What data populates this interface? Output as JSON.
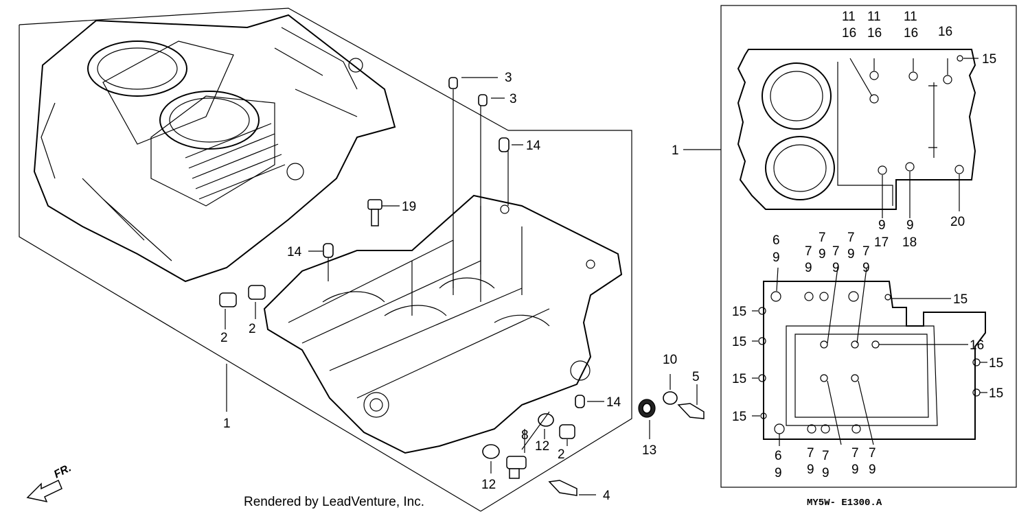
{
  "callouts": [
    {
      "label": "3"
    },
    {
      "label": "3"
    },
    {
      "label": "14"
    },
    {
      "label": "19"
    },
    {
      "label": "14"
    },
    {
      "label": "2"
    },
    {
      "label": "2"
    },
    {
      "label": "1"
    },
    {
      "label": "14"
    },
    {
      "label": "10"
    },
    {
      "label": "5"
    },
    {
      "label": "13"
    },
    {
      "label": "8"
    },
    {
      "label": "12"
    },
    {
      "label": "2"
    },
    {
      "label": "12"
    },
    {
      "label": "4"
    },
    {
      "label": "1"
    },
    {
      "label": "11"
    },
    {
      "label": "16"
    },
    {
      "label": "11"
    },
    {
      "label": "16"
    },
    {
      "label": "11"
    },
    {
      "label": "16"
    },
    {
      "label": "16"
    },
    {
      "label": "15"
    },
    {
      "label": "9"
    },
    {
      "label": "17"
    },
    {
      "label": "9"
    },
    {
      "label": "18"
    },
    {
      "label": "20"
    },
    {
      "label": "6"
    },
    {
      "label": "9"
    },
    {
      "label": "7"
    },
    {
      "label": "9"
    },
    {
      "label": "7"
    },
    {
      "label": "9"
    },
    {
      "label": "7"
    },
    {
      "label": "9"
    },
    {
      "label": "7"
    },
    {
      "label": "9"
    },
    {
      "label": "7"
    },
    {
      "label": "9"
    },
    {
      "label": "15"
    },
    {
      "label": "15"
    },
    {
      "label": "15"
    },
    {
      "label": "16"
    },
    {
      "label": "15"
    },
    {
      "label": "15"
    },
    {
      "label": "15"
    },
    {
      "label": "15"
    },
    {
      "label": "15"
    },
    {
      "label": "6"
    },
    {
      "label": "9"
    },
    {
      "label": "7"
    },
    {
      "label": "9"
    },
    {
      "label": "7"
    },
    {
      "label": "9"
    },
    {
      "label": "7"
    },
    {
      "label": "9"
    },
    {
      "label": "7"
    },
    {
      "label": "9"
    }
  ],
  "footer": {
    "credit": "Rendered by LeadVenture, Inc.",
    "diagram_code": "MY5W- E1300.A"
  },
  "direction_label": "FR."
}
